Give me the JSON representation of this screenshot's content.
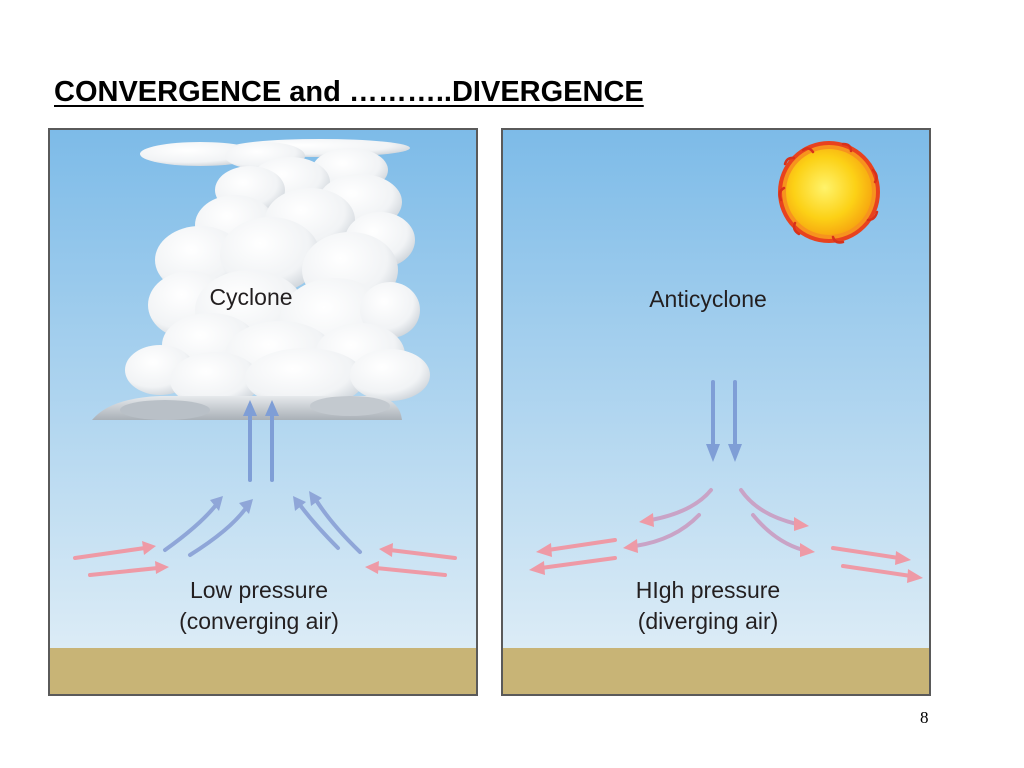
{
  "title": "CONVERGENCE and ………..DIVERGENCE",
  "page_number": "8",
  "panels": {
    "left": {
      "title": "Cyclone",
      "caption_line1": "Low pressure",
      "caption_line2": "(converging air)"
    },
    "right": {
      "title": "Anticyclone",
      "caption_line1": "HIgh pressure",
      "caption_line2": "(diverging air)"
    }
  },
  "colors": {
    "sky_top": "#7dbbe8",
    "sky_bottom": "#dcecf6",
    "ground": "#c8b476",
    "rising_air_arrow": "#7f9ed6",
    "surface_air_arrow": "#ee9aa6",
    "sun": "#fcd116",
    "sun_rim": "#e03a1e"
  }
}
